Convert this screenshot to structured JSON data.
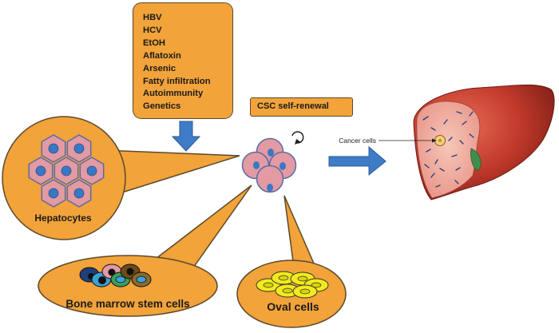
{
  "causes": [
    "HBV",
    "HCV",
    "EtOH",
    "Aflatoxin",
    "Arsenic",
    "Fatty infiltration",
    "Autoimmunity",
    "Genetics"
  ],
  "labels": {
    "csc_self_renewal": "CSC self-renewal",
    "hepatocytes": "Hepatocytes",
    "bone_marrow_stem_cells": "Bone marrow stem cells",
    "oval_cells": "Oval cells",
    "cancer_cells": "Cancer cells"
  },
  "colors": {
    "orange": "#f2a33a",
    "cell_pink": "#e39aa3",
    "nucleus_blue": "#3b78c4",
    "arrow_blue": "#3e7cc6",
    "oval_cell_yellow": "#f2ea1c",
    "liver_red": "#c0392b",
    "cut_surface": "#f0b5a5"
  }
}
